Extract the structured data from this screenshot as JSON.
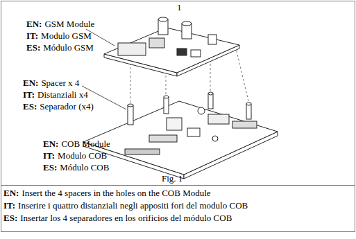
{
  "diagram": {
    "caption": "Fig. 1",
    "labels": [
      "1",
      "EN:",
      "GSM Module",
      "IT:",
      "Modulo GSM",
      "ES:",
      "Módulo GSM",
      "EN:",
      "Spacer x 4",
      "IT:",
      "Distanziali x4",
      "ES:",
      "Separador (x4)",
      "EN:",
      "COB Module",
      "IT:",
      "Modulo COB",
      "ES:",
      "Módulo COB",
      "EN:",
      "Insert the 4 spacers in the holes on the COB Module",
      "IT:",
      "Inserire i quattro distanziali negli appositi fori del modulo COB",
      "ES:",
      "Insertar los 4 separadores en los orificios del módulo COB"
    ]
  }
}
